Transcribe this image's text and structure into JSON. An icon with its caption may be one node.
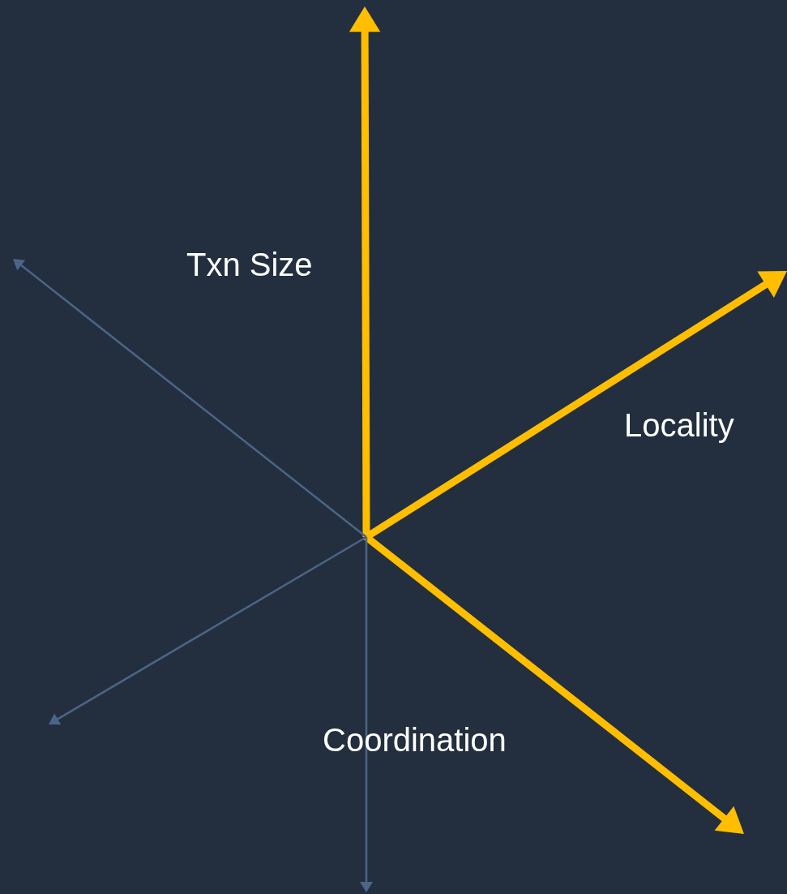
{
  "diagram": {
    "labels": [
      "Txn Size",
      "Locality",
      "Coordination"
    ]
  }
}
